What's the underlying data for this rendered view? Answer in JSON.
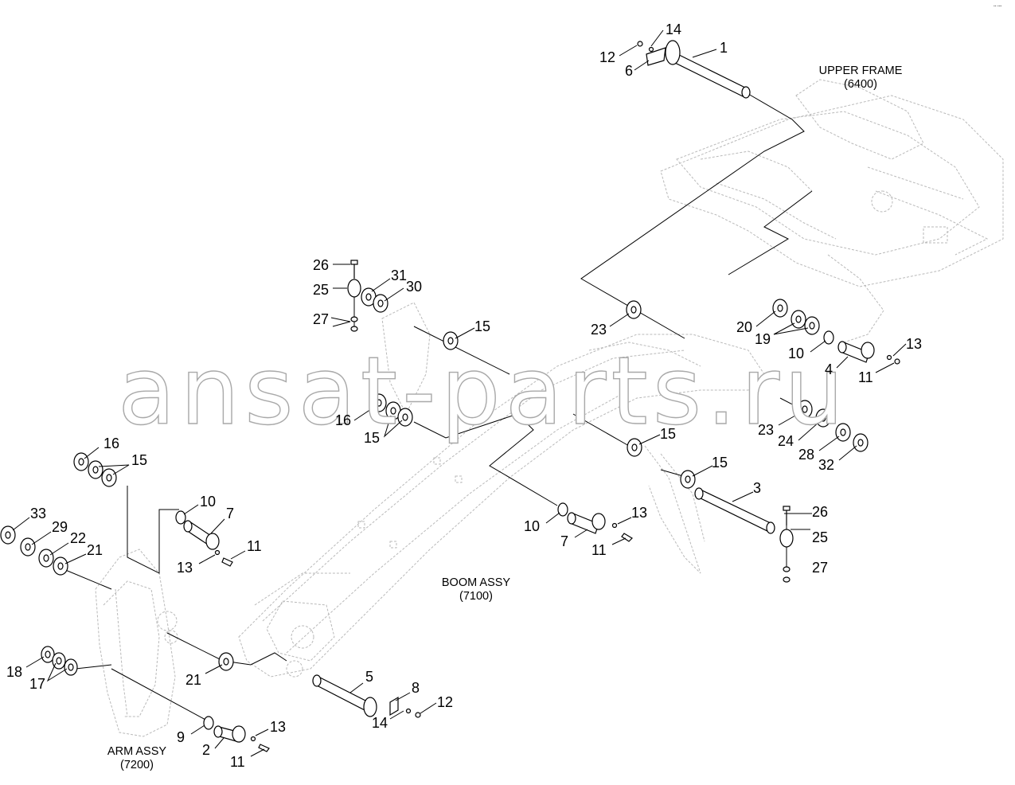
{
  "watermark": "ansat-parts.ru",
  "corner_mark": "▪︎▪︎ ▪︎▪︎▪︎",
  "assemblies": {
    "upper_frame": {
      "name": "UPPER FRAME",
      "code": "(6400)"
    },
    "boom": {
      "name": "BOOM ASSY",
      "code": "(7100)"
    },
    "arm": {
      "name": "ARM ASSY",
      "code": "(7200)"
    }
  },
  "callouts": {
    "c1": "1",
    "c14a": "14",
    "c12a": "12",
    "c6": "6",
    "c26a": "26",
    "c25a": "25",
    "c27a": "27",
    "c31": "31",
    "c30": "30",
    "c15a": "15",
    "c16a": "16",
    "c15b": "15",
    "c23a": "23",
    "c20": "20",
    "c19": "19",
    "c10a": "10",
    "c4": "4",
    "c13a": "13",
    "c11a": "11",
    "c23b": "23",
    "c24": "24",
    "c28": "28",
    "c32": "32",
    "c15c": "15",
    "c15d": "15",
    "c3": "3",
    "c26b": "26",
    "c25b": "25",
    "c27b": "27",
    "c10b": "10",
    "c7a": "7",
    "c13b": "13",
    "c11b": "11",
    "c16b": "16",
    "c15e": "15",
    "c10c": "10",
    "c7b": "7",
    "c13c": "13",
    "c11c": "11",
    "c33": "33",
    "c29": "29",
    "c22": "22",
    "c21a": "21",
    "c18": "18",
    "c17": "17",
    "c21b": "21",
    "c5": "5",
    "c8": "8",
    "c12b": "12",
    "c14b": "14",
    "c9": "9",
    "c2": "2",
    "c13d": "13",
    "c11d": "11"
  }
}
